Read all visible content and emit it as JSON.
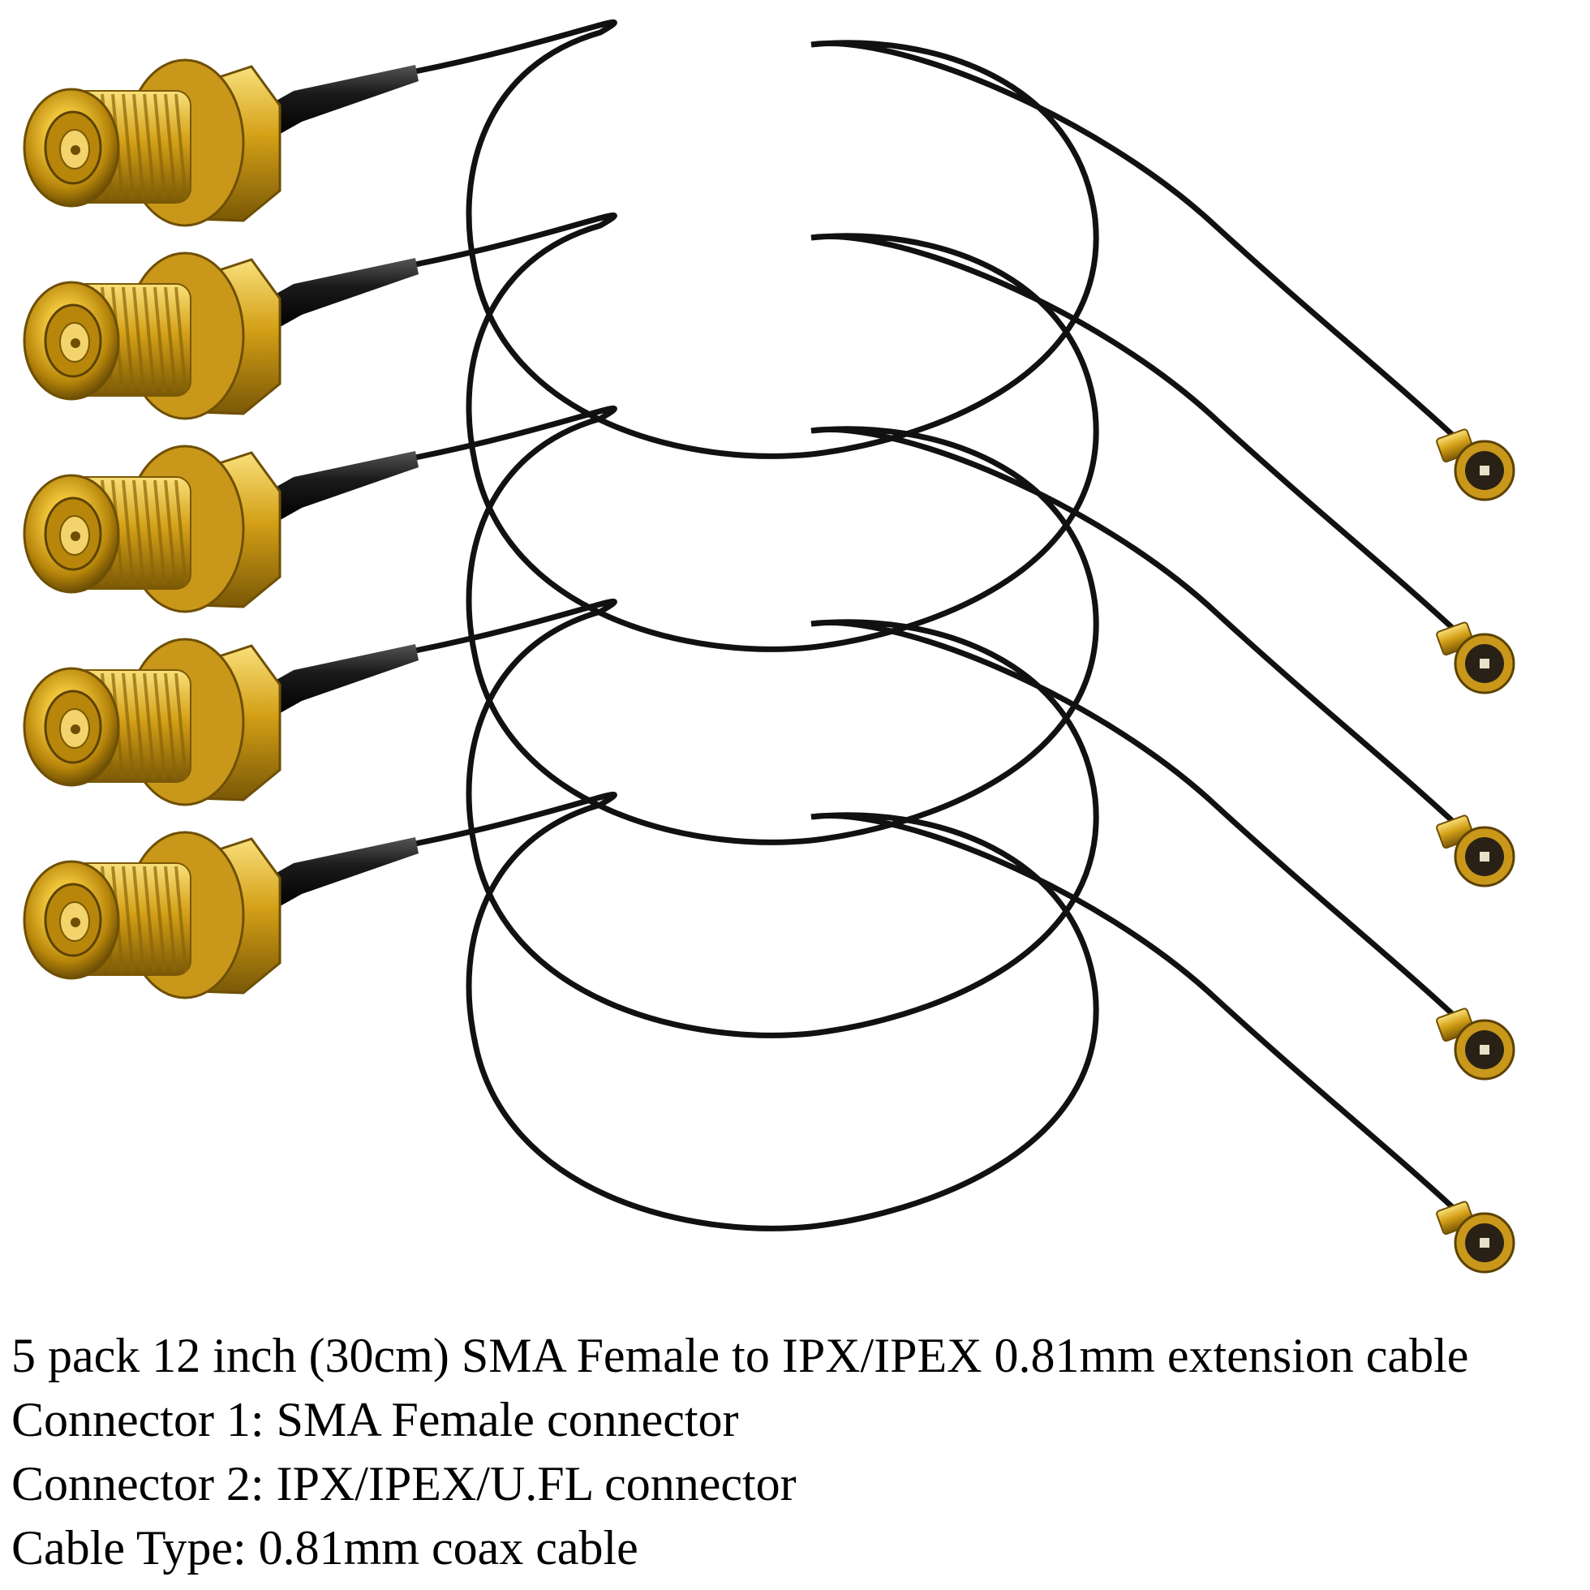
{
  "caption": {
    "lines": [
      "5 pack 12 inch (30cm) SMA Female to IPX/IPEX 0.81mm extension cable",
      "Connector 1: SMA Female connector",
      "Connector 2: IPX/IPEX/U.FL connector",
      "Cable Type: 0.81mm coax cable"
    ]
  },
  "colors": {
    "background": "#ffffff",
    "gold": "#d4a017",
    "gold_dark": "#8a6508",
    "gold_light": "#f7d867",
    "cable": "#111111"
  },
  "photo": {
    "cable_count": 5
  }
}
